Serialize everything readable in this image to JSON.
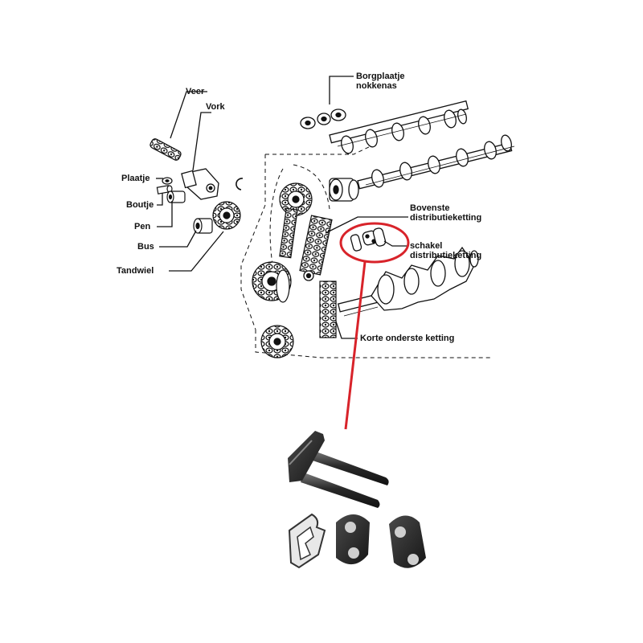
{
  "labels": {
    "veer": "Veer",
    "vork": "Vork",
    "plaatje": "Plaatje",
    "boutje": "Boutje",
    "pen": "Pen",
    "bus": "Bus",
    "tandwiel": "Tandwiel",
    "borgplaatje_line1": "Borgplaatje",
    "borgplaatje_line2": "nokkenas",
    "bovenste_line1": "Bovenste",
    "bovenste_line2": "distributieketting",
    "schakel_line1": "schakel",
    "schakel_line2": "distributieketting",
    "korte": "Korte onderste ketting"
  },
  "colors": {
    "ink": "#111111",
    "highlight": "#d8232a",
    "metal_dark": "#1e1e1e",
    "metal_mid": "#555555",
    "clip_fill": "#e8e8e8"
  }
}
